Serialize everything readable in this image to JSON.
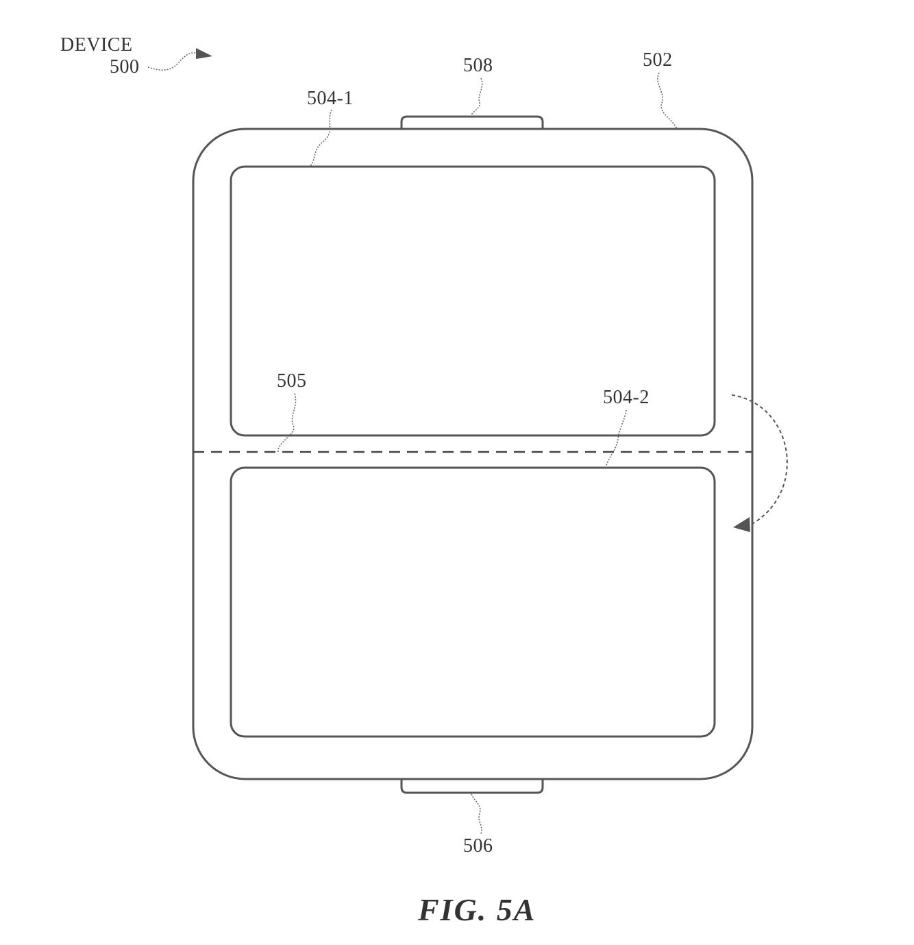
{
  "labels": {
    "device_word": "DEVICE",
    "device_num": "500",
    "housing": "502",
    "display_top": "504-1",
    "display_bottom": "504-2",
    "fold_axis": "505",
    "bottom_connector": "506",
    "top_connector": "508"
  },
  "caption": "FIG. 5A"
}
